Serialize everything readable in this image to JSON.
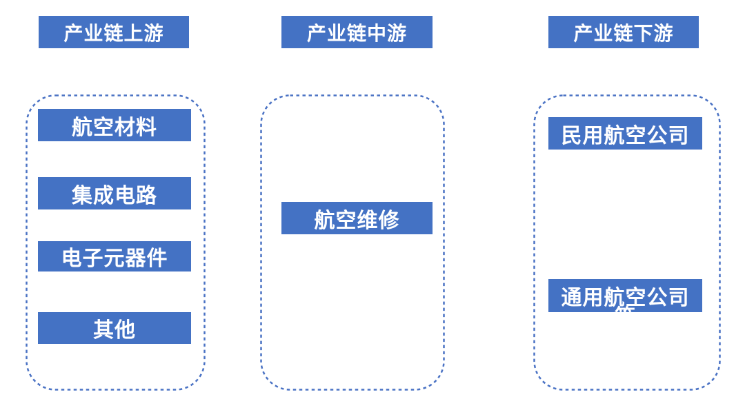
{
  "diagram": {
    "type": "industry-chain",
    "colors": {
      "box_fill": "#4472C4",
      "box_text": "#FFFFFF",
      "dashed_border": "#4A72C4",
      "background": "#FFFFFF"
    },
    "columns": [
      {
        "header": "产业链上游",
        "items": [
          {
            "label": "航空材料"
          },
          {
            "label": "集成电路"
          },
          {
            "label": "电子元器件"
          },
          {
            "label": "其他"
          }
        ]
      },
      {
        "header": "产业链中游",
        "items": [
          {
            "label": "航空维修"
          }
        ]
      },
      {
        "header": "产业链下游",
        "items": [
          {
            "label": "民用航空公司"
          },
          {
            "label": "通用航空公司",
            "clipped_overflow": "等"
          }
        ]
      }
    ]
  }
}
